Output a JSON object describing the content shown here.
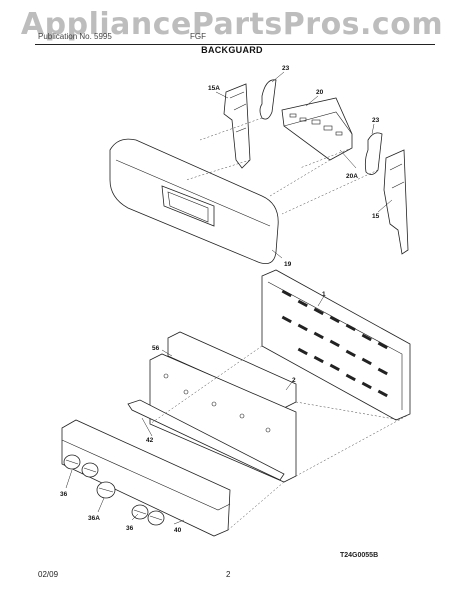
{
  "watermark": "AppliancePartsPros.com",
  "header": {
    "left_text": "Publication No. 5995",
    "right_text": "FGF"
  },
  "section_title": "BACKGUARD",
  "diagram": {
    "id": "T24G0055B",
    "callouts": {
      "c15A": "15A",
      "c23a": "23",
      "c20": "20",
      "c20A": "20A",
      "c23b": "23",
      "c15": "15",
      "c19": "19",
      "c1": "1",
      "c56": "56",
      "c2": "2",
      "c42": "42",
      "c36a": "36",
      "c36A": "36A",
      "c36b": "36",
      "c40": "40"
    }
  },
  "footer": {
    "date": "02/09",
    "page": "2"
  }
}
